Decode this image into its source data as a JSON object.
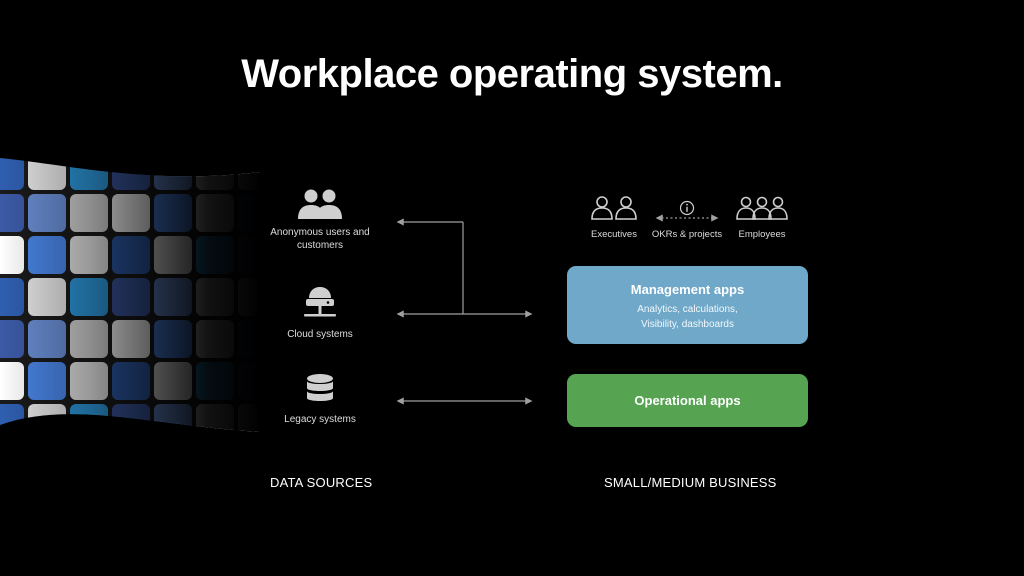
{
  "slide": {
    "title": "Workplace operating system."
  },
  "tile_colors": [
    "#2f5fb0",
    "#3f8a55",
    "#d8d8d8",
    "#4a6fd0",
    "#e8e8e8",
    "#3a3a3a",
    "#ffffff",
    "#d3d3d3",
    "#2e9be0",
    "#f1c232",
    "#4a86e8",
    "#2b7b5f",
    "#3c5aa6",
    "#d33",
    "#e9e9e9",
    "#555",
    "#6a8fd6",
    "#c9c9c9"
  ],
  "data_sources": {
    "heading": "DATA SOURCES",
    "items": [
      {
        "label_line1": "Anonymous users and",
        "label_line2": "customers",
        "icon": "users-icon"
      },
      {
        "label_line1": "Cloud systems",
        "icon": "cloud-server-icon"
      },
      {
        "label_line1": "Legacy systems",
        "icon": "database-icon"
      }
    ]
  },
  "business": {
    "heading": "SMALL/MEDIUM BUSINESS",
    "roles": [
      {
        "label": "Executives",
        "icon": "two-people-icon"
      },
      {
        "label": "OKRs & projects",
        "icon": "info-icon"
      },
      {
        "label": "Employees",
        "icon": "three-people-icon"
      }
    ],
    "management": {
      "title": "Management apps",
      "line1": "Analytics, calculations,",
      "line2": "Visibility, dashboards",
      "color": "#6fa8c8"
    },
    "operational": {
      "title": "Operational apps",
      "color": "#56a452"
    }
  },
  "colors": {
    "background": "#000000",
    "connector": "#a0a0a0",
    "icon": "#cfcfcf"
  }
}
